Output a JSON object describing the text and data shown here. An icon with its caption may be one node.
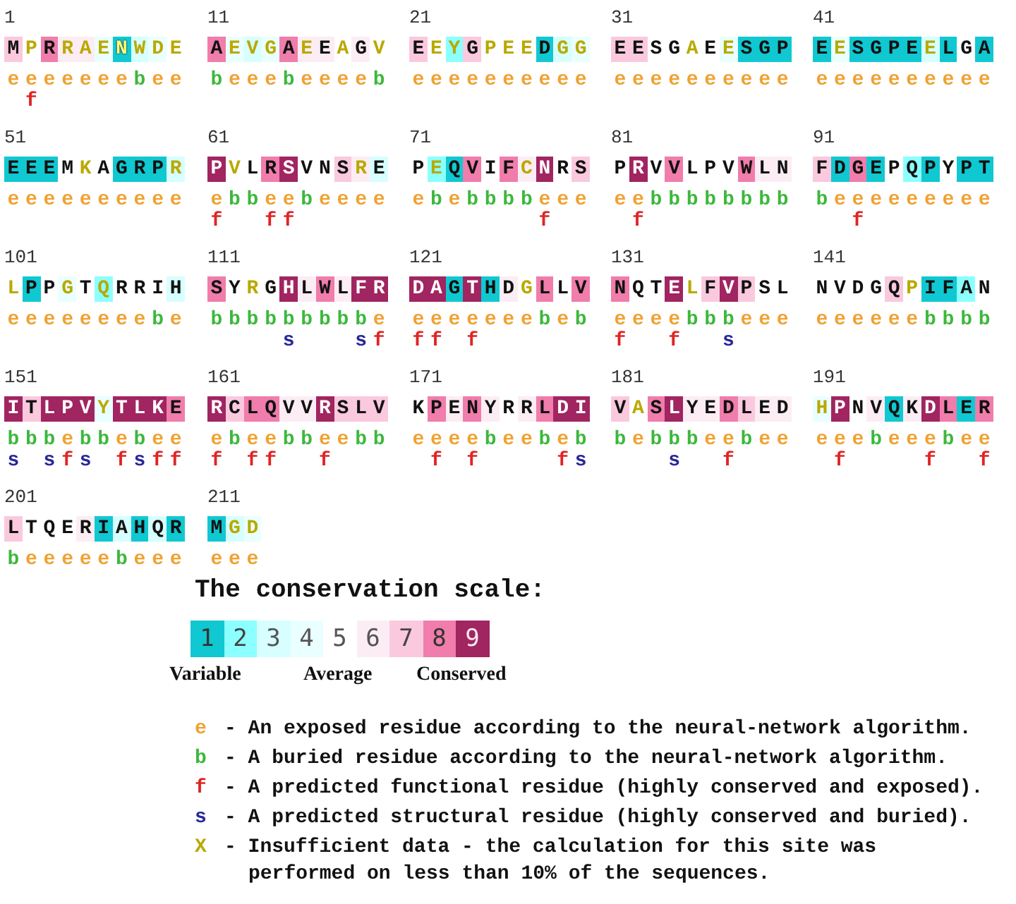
{
  "diagram": {
    "labels": [
      "1",
      "11",
      "21",
      "31",
      "41",
      "M P R R A E N W D E",
      "A E V G A E E A G V",
      "E E Y G P E E D G G",
      "E E S G A E E S G P",
      "E E S G P E E L G A",
      "e e e e e e e b e e",
      "b e e e b e e e e b",
      "e e e e e e e e e e",
      "e e e e e e e e e e",
      "e e e e e e e e e e",
      "f",
      "51",
      "61",
      "71",
      "81",
      "91",
      "E E E M K A G R P R",
      "P V L R S V N S R E",
      "P E Q V I F C N R S",
      "P R V V L P V W L N",
      "F D G E P Q P Y P T",
      "e e e e e e e e e e",
      "e b b e e b e e e e",
      "e b e b b b b e e e",
      "e e b b b b b b b b",
      "b e e e e e e e e e",
      "f",
      "f",
      "f",
      "f",
      "f",
      "f",
      "101",
      "111",
      "121",
      "131",
      "141",
      "L P P G T Q R R I H",
      "S Y R G H L W L F R",
      "D A G T H D G L L V",
      "N Q T E L F V P S L",
      "N V D G Q P I F A N",
      "e e e e e e e e b e",
      "b b b b b b b b b e",
      "e e e e e e e b e b",
      "e e e e b b b e e e",
      "e e e e e e b b b b",
      "s",
      "s",
      "f",
      "f",
      "f",
      "f",
      "f",
      "f",
      "s",
      "151",
      "161",
      "171",
      "181",
      "191",
      "I T L P V Y T L K E",
      "R C L Q V V R S L V",
      "K P E N Y R R L D I",
      "V A S L Y E D L E D",
      "H P N V Q K D L E R",
      "b b b e b b e b e e",
      "e b e e b b e e b b",
      "e e e e b e e b e b",
      "b e b b b e e b e e",
      "e e e b e e e b e e",
      "s",
      "s",
      "f",
      "s",
      "f",
      "s",
      "f",
      "f",
      "f",
      "f",
      "f",
      "f",
      "f",
      "f",
      "f",
      "s",
      "s",
      "f",
      "f",
      "f",
      "f",
      "201",
      "211",
      "L T Q E R I A H Q R",
      "M G D",
      "b e e e e e b e e e",
      "e e e",
      "The conservation scale:",
      "Variable",
      "Average",
      "Conserved",
      "e",
      "- An exposed residue according to the neural-network algorithm.",
      "b",
      "- A buried residue according to the neural-network algorithm.",
      "f",
      "- A predicted functional residue (highly conserved and exposed).",
      "s",
      "- A predicted structural residue (highly conserved and buried).",
      "X",
      "- Insufficient data - the calculation for this site was performed on less than 10% of the sequences."
    ],
    "legend": [
      {
        "text": "1",
        "color": "#10c8d1"
      },
      {
        "text": "2",
        "color": "#8cffff"
      },
      {
        "text": "3",
        "color": "#d7ffff"
      },
      {
        "text": "4",
        "color": "#eaffff"
      },
      {
        "text": "5",
        "color": "#ffffff"
      },
      {
        "text": "6",
        "color": "#fcedf4"
      },
      {
        "text": "7",
        "color": "#fac9de"
      },
      {
        "text": "8",
        "color": "#f07dab"
      },
      {
        "text": "9",
        "color": "#a02560"
      }
    ]
  }
}
